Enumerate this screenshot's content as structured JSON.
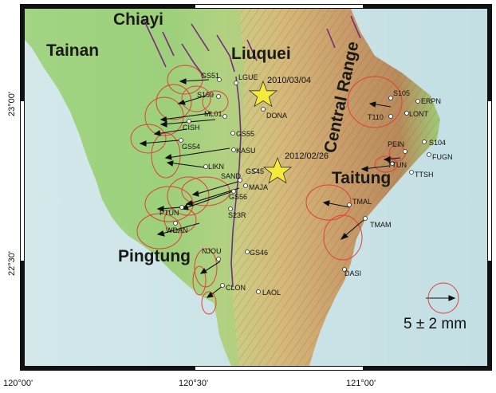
{
  "map": {
    "regions": {
      "chiayi": "Chiayi",
      "tainan": "Tainan",
      "liuquei": "Liuquei",
      "central_range": "Central Range",
      "taitung": "Taitung",
      "pingtung": "Pingtung"
    },
    "earthquakes": [
      {
        "label": "2010/03/04"
      },
      {
        "label": "2012/02/26"
      }
    ],
    "lat_ticks": [
      "23°00'",
      "22°30'"
    ],
    "lon_ticks": [
      "120°00'",
      "120°30'",
      "121°00'"
    ],
    "scale_label": "5 ± 2 mm",
    "stations": [
      {
        "name": "GS51"
      },
      {
        "name": "LGUE"
      },
      {
        "name": "S169"
      },
      {
        "name": "ML01"
      },
      {
        "name": "DONA"
      },
      {
        "name": "CISH"
      },
      {
        "name": "GS55"
      },
      {
        "name": "GS54"
      },
      {
        "name": "KASU"
      },
      {
        "name": "LIKN"
      },
      {
        "name": "SAND"
      },
      {
        "name": "GS45"
      },
      {
        "name": "MAJA"
      },
      {
        "name": "GS56"
      },
      {
        "name": "PTUN"
      },
      {
        "name": "S23R"
      },
      {
        "name": "WDAN"
      },
      {
        "name": "NJOU"
      },
      {
        "name": "GS46"
      },
      {
        "name": "CLON"
      },
      {
        "name": "LAOL"
      },
      {
        "name": "S105"
      },
      {
        "name": "ERPN"
      },
      {
        "name": "T110"
      },
      {
        "name": "LONT"
      },
      {
        "name": "S104"
      },
      {
        "name": "PEIN"
      },
      {
        "name": "FUGN"
      },
      {
        "name": "TTUN"
      },
      {
        "name": "TTSH"
      },
      {
        "name": "TMAL"
      },
      {
        "name": "TMAM"
      },
      {
        "name": "DASI"
      }
    ],
    "colors": {
      "sea": "#c8e3e6",
      "lowland": "#9fd27e",
      "foothill": "#d9cf82",
      "mountain": "#b7895a",
      "ellipse": "#e0403a",
      "fault": "#7a2c7a",
      "star": "#f5ea3a",
      "frame": "#111111"
    }
  }
}
